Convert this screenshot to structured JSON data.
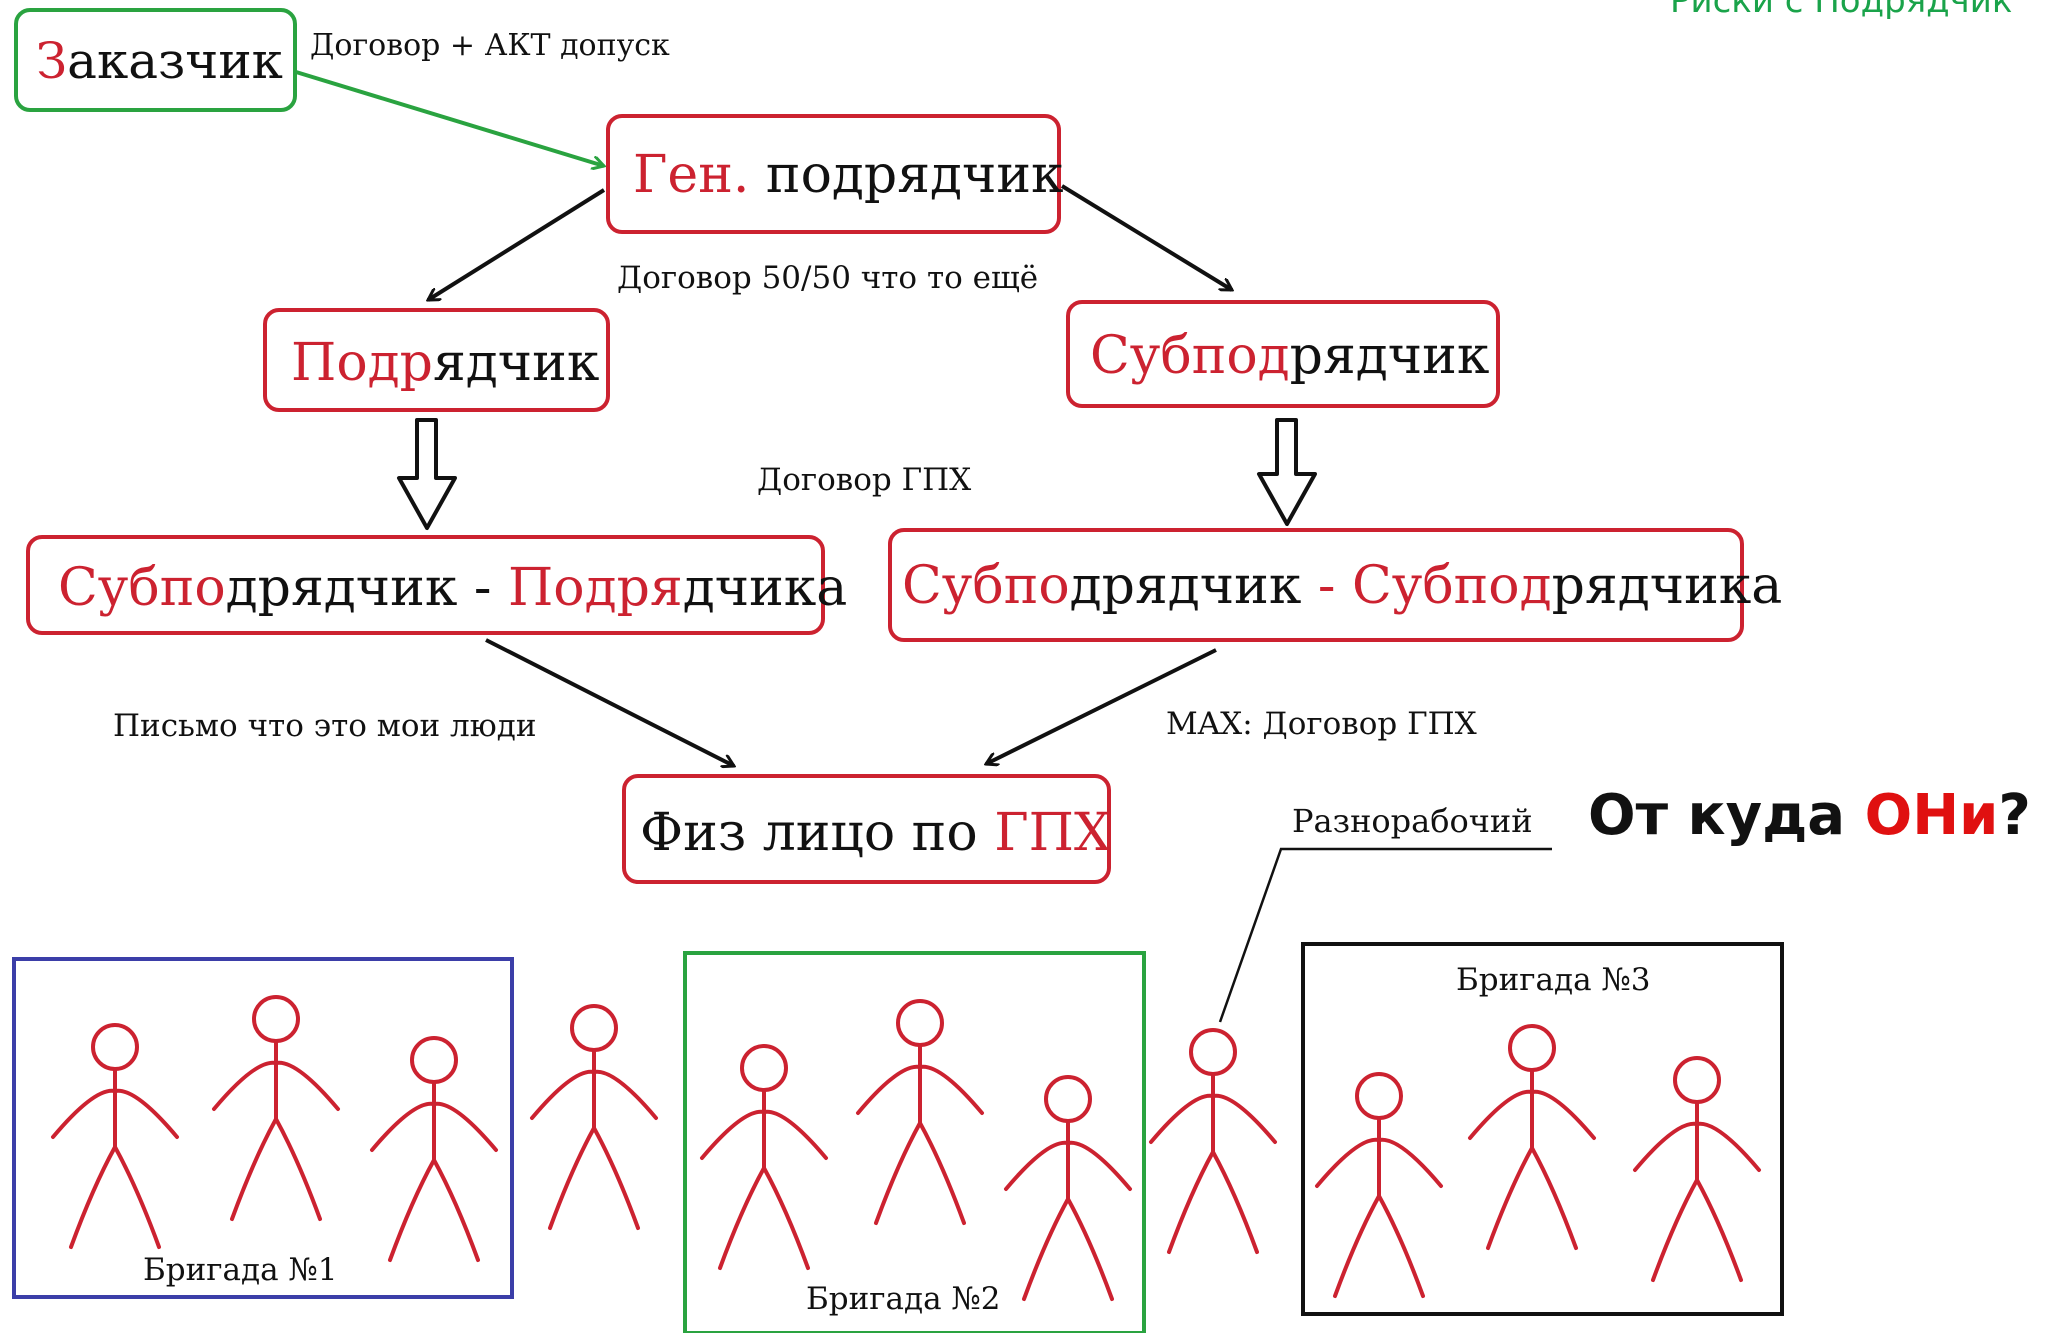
{
  "colors": {
    "red": "#cc2230",
    "green": "#2aa340",
    "blue": "#3b3ea8",
    "black": "#111111",
    "title_green": "#1aa34a"
  },
  "corner_title": "Риски с Подрядчик",
  "nodes": {
    "zakazchik": {
      "hl": "З",
      "rest": "аказчик"
    },
    "gen": {
      "hl": "Ген.",
      "rest": " подрядчик"
    },
    "podr": {
      "hl": "Подр",
      "rest": "ядчик"
    },
    "subpodr": {
      "hl": "Субпод",
      "rest": "рядчик"
    },
    "sub_podr": {
      "p1": "Субпо",
      "p2": "дрядчик - ",
      "p3": "Подря",
      "p4": "дчика"
    },
    "sub_sub": {
      "p1": "Субпо",
      "p2": "дрядчик ",
      "p3": "- Субпод",
      "p4": "рядчика"
    },
    "fiz": {
      "rest": "Физ лицо по ",
      "hl": "ГПХ"
    }
  },
  "labels": {
    "dogovor_akt": "Договор + АКТ допуск",
    "dogovor_5050": "Договор 50/50 что то ещё",
    "dogovor_gpx": "Договор ГПХ",
    "pismo": "Письмо что это мои люди",
    "max_gpx": "MAX: Договор ГПХ",
    "raznorabochiy": "Разнорабочий",
    "question_prefix": "От куда ",
    "question_hl": "ОНи",
    "question_suffix": "?"
  },
  "brigades": [
    {
      "label": "Бригада №1",
      "color": "blue"
    },
    {
      "label": "Бригада №2",
      "color": "green"
    },
    {
      "label": "Бригада №3",
      "color": "black"
    }
  ]
}
